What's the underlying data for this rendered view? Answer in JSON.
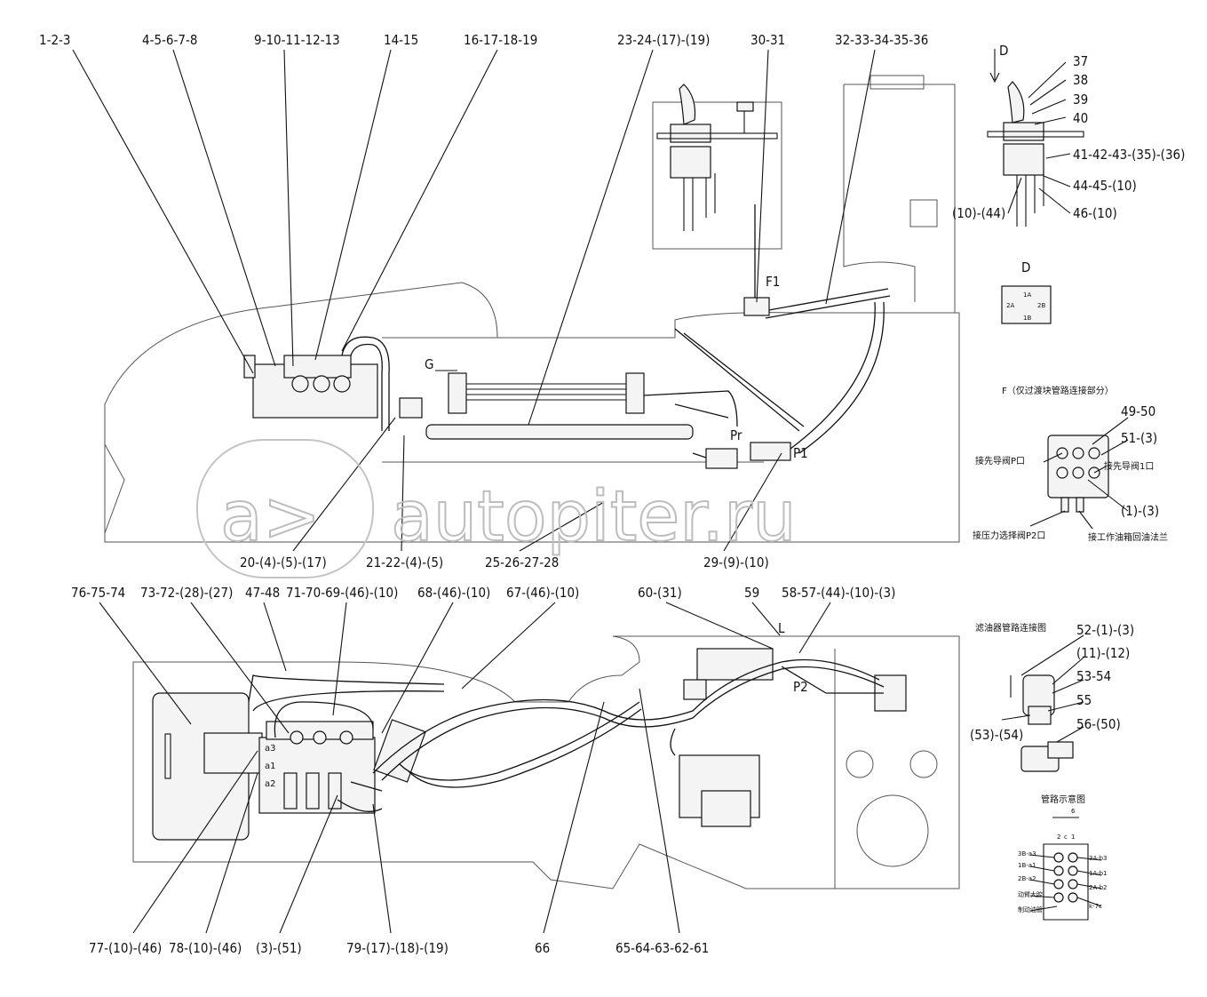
{
  "watermark": {
    "text": "autopiter.ru",
    "logo": "a>"
  },
  "top_callouts": [
    "1-2-3",
    "4-5-6-7-8",
    "9-10-11-12-13",
    "14-15",
    "16-17-18-19",
    "23-24-(17)-(19)",
    "30-31",
    "32-33-34-35-36"
  ],
  "mid_callouts": [
    "20-(4)-(5)-(17)",
    "21-22-(4)-(5)",
    "25-26-27-28",
    "29-(9)-(10)"
  ],
  "top_markers": {
    "g": "G",
    "f1": "F1",
    "pr": "Pr",
    "p1": "P1"
  },
  "view_d": {
    "arrow_label": "D",
    "callouts": [
      "37",
      "38",
      "39",
      "40",
      "41-42-43-(35)-(36)",
      "44-45-(10)",
      "46-(10)",
      "(10)-(44)"
    ],
    "caption": "D",
    "plate": [
      "1A",
      "2A",
      "2B",
      "1B"
    ]
  },
  "view_f": {
    "caption": "F（仅过渡块管路连接部分）",
    "callouts": [
      "49-50",
      "51-(3)",
      "(1)-(3)"
    ],
    "notes": [
      "接先导阀P口",
      "接先导阀1口",
      "接压力选择阀P2口",
      "接工作油箱回油法兰"
    ]
  },
  "filter_view": {
    "caption": "滤油器管路连接图",
    "callouts": [
      "52-(1)-(3)",
      "(11)-(12)",
      "53-54",
      "55",
      "56-(50)",
      "(53)-(54)"
    ]
  },
  "pipe_view": {
    "caption": "管路示意图",
    "left": [
      "3B-a3",
      "1B-a1",
      "2B-a2",
      "动臂大腔",
      "制动油管"
    ],
    "right": [
      "3A-b3",
      "1A-b1",
      "2A-b2",
      "k-7c"
    ],
    "top": [
      "2",
      "c",
      "1",
      "6"
    ]
  },
  "bottom_callouts": [
    "76-75-74",
    "73-72-(28)-(27)",
    "47-48",
    "71-70-69-(46)-(10)",
    "68-(46)-(10)",
    "67-(46)-(10)",
    "60-(31)",
    "59",
    "58-57-(44)-(10)-(3)",
    "77-(10)-(46)",
    "78-(10)-(46)",
    "(3)-(51)",
    "79-(17)-(18)-(19)",
    "66",
    "65-64-63-62-61"
  ],
  "bottom_markers": {
    "l": "L",
    "p2": "P2",
    "a3": "a3",
    "a1": "a1",
    "a2": "a2"
  }
}
